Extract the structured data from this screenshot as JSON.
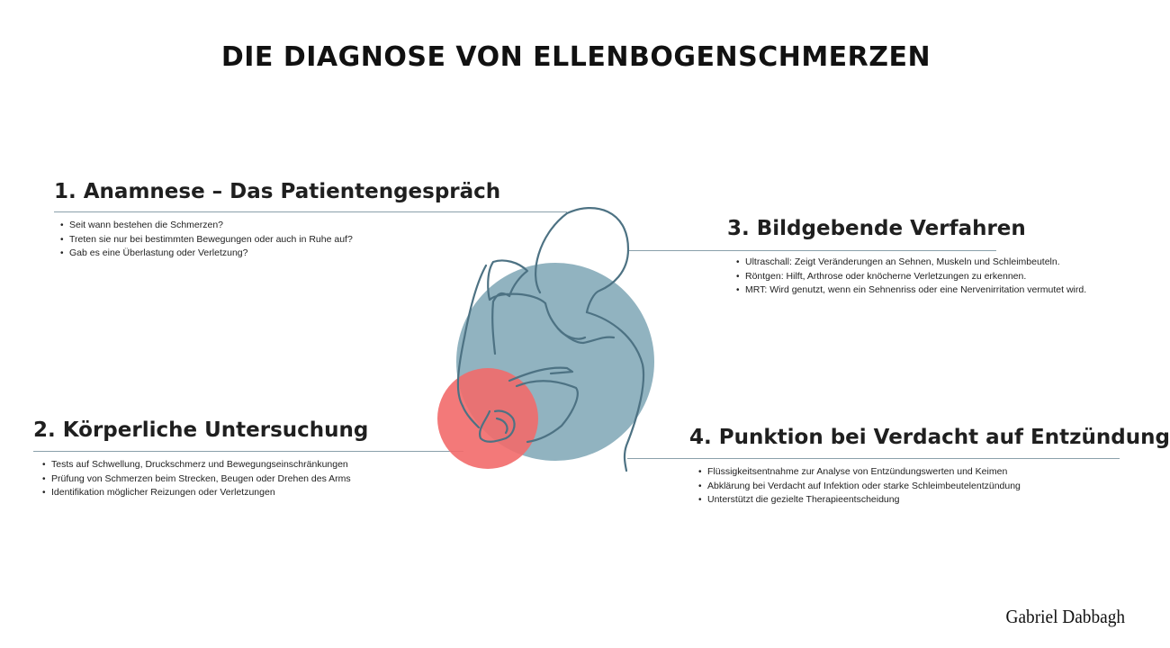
{
  "title": "DIE DIAGNOSE VON ELLENBOGENSCHMERZEN",
  "sections": [
    {
      "heading": "1. Anamnese – Das Patientengespräch",
      "items": [
        "Seit wann bestehen die Schmerzen?",
        "Treten sie nur bei bestimmten Bewegungen oder auch in Ruhe auf?",
        "Gab es eine Überlastung oder Verletzung?"
      ]
    },
    {
      "heading": "2. Körperliche Untersuchung",
      "items": [
        "Tests auf Schwellung, Druckschmerz und Bewegungseinschränkungen",
        "Prüfung von Schmerzen beim Strecken, Beugen oder Drehen des Arms",
        "Identifikation möglicher Reizungen oder Verletzungen"
      ]
    },
    {
      "heading": "3. Bildgebende Verfahren",
      "items": [
        "Ultraschall: Zeigt Veränderungen an Sehnen, Muskeln und Schleimbeuteln.",
        "Röntgen: Hilft, Arthrose oder knöcherne Verletzungen zu erkennen.",
        "MRT: Wird genutzt, wenn ein Sehnenriss oder eine Nervenirritation vermutet wird."
      ]
    },
    {
      "heading": "4. Punktion bei Verdacht auf Entzündung",
      "items": [
        "Flüssigkeitsentnahme zur Analyse von Entzündungswerten und Keimen",
        "Abklärung bei Verdacht auf Infektion oder starke Schleimbeutelentzündung",
        "Unterstützt die gezielte Therapieentscheidung"
      ]
    }
  ],
  "illustration": {
    "outline_color": "#4d7283",
    "circle_color": "#7ea6b5",
    "pain_color": "#f26a6a"
  },
  "signature": "Gabriel Dabbagh"
}
